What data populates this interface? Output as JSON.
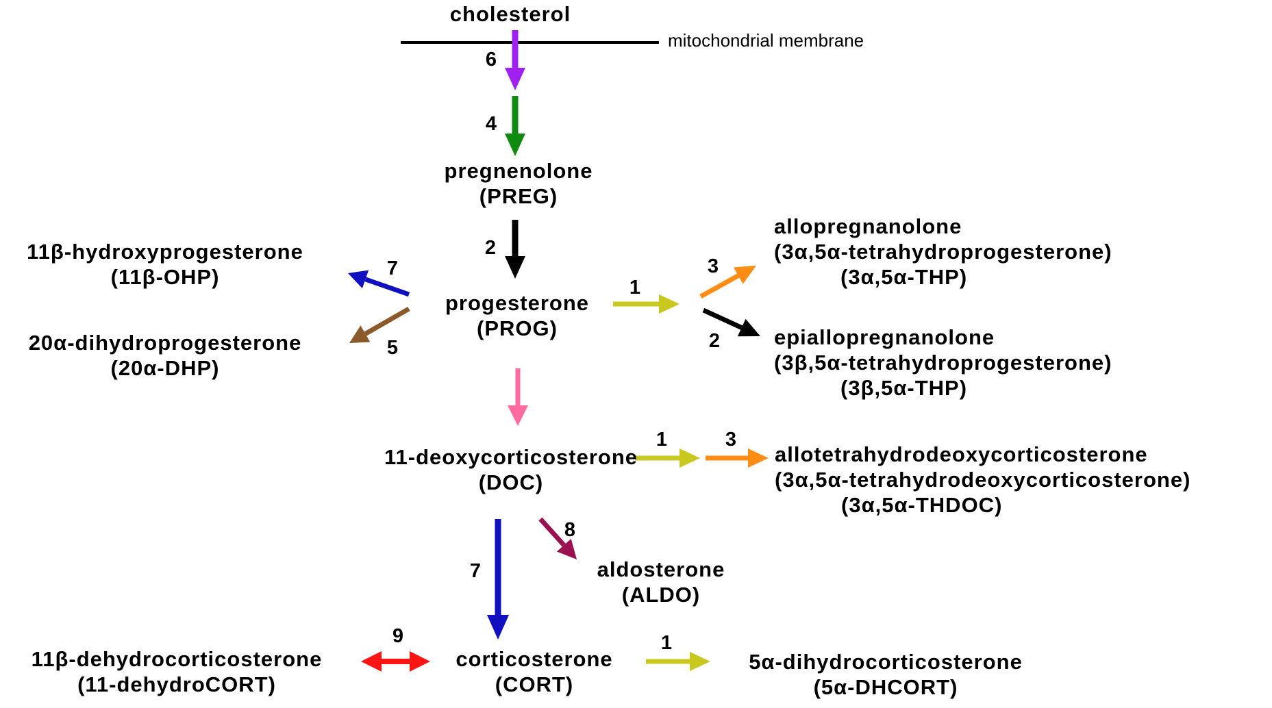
{
  "compounds": {
    "cholesterol": {
      "name": "cholesterol"
    },
    "membrane": {
      "label": "mitochondrial membrane"
    },
    "preg": {
      "name": "pregnenolone",
      "abbr": "(PREG)"
    },
    "prog": {
      "name": "progesterone",
      "abbr": "(PROG)"
    },
    "ohp": {
      "name": "11β-hydroxyprogesterone",
      "abbr": "(11β-OHP)"
    },
    "dhp": {
      "name": "20α-dihydroprogesterone",
      "abbr": "(20α-DHP)"
    },
    "allo": {
      "name": "allopregnanolone",
      "full": "(3α,5α-tetrahydroprogesterone)",
      "abbr": "(3α,5α-THP)"
    },
    "epiallo": {
      "name": "epiallopregnanolone",
      "full": "(3β,5α-tetrahydroprogesterone)",
      "abbr": "(3β,5α-THP)"
    },
    "doc": {
      "name": "11-deoxycorticosterone",
      "abbr": "(DOC)"
    },
    "thdoc": {
      "name": "allotetrahydrodeoxycorticosterone",
      "full": "(3α,5α-tetrahydrodeoxycorticosterone)",
      "abbr": "(3α,5α-THDOC)"
    },
    "aldo": {
      "name": "aldosterone",
      "abbr": "(ALDO)"
    },
    "dehydrocort": {
      "name": "11β-dehydrocorticosterone",
      "abbr": "(11-dehydroCORT)"
    },
    "cort": {
      "name": "corticosterone",
      "abbr": "(CORT)"
    },
    "dhcort": {
      "name": "5α-dihydrocorticosterone",
      "abbr": "(5α-DHCORT)"
    }
  },
  "enzyme_labels": {
    "chol_to_membrane": "6",
    "to_preg": "4",
    "preg_to_prog": "2",
    "prog_to_ohp": "7",
    "prog_to_dhp": "5",
    "prog_to_5a": "1",
    "to_allo": "3",
    "to_epiallo": "2",
    "doc_to_5a": "1",
    "to_thdoc": "3",
    "doc_to_aldo": "8",
    "doc_to_cort": "7",
    "cort_dehydro": "9",
    "cort_to_dhcort": "1"
  },
  "arrow_colors": {
    "enzyme_6": "#a020f0",
    "enzyme_4": "#118a11",
    "enzyme_2": "#000000",
    "enzyme_7": "#1010c0",
    "enzyme_5": "#8b5a2b",
    "enzyme_1": "#c8c81e",
    "enzyme_3": "#ff8c14",
    "pink": "#ff6aa0",
    "enzyme_8": "#9b1050",
    "enzyme_9": "#ff1414",
    "membrane": "#000000"
  }
}
